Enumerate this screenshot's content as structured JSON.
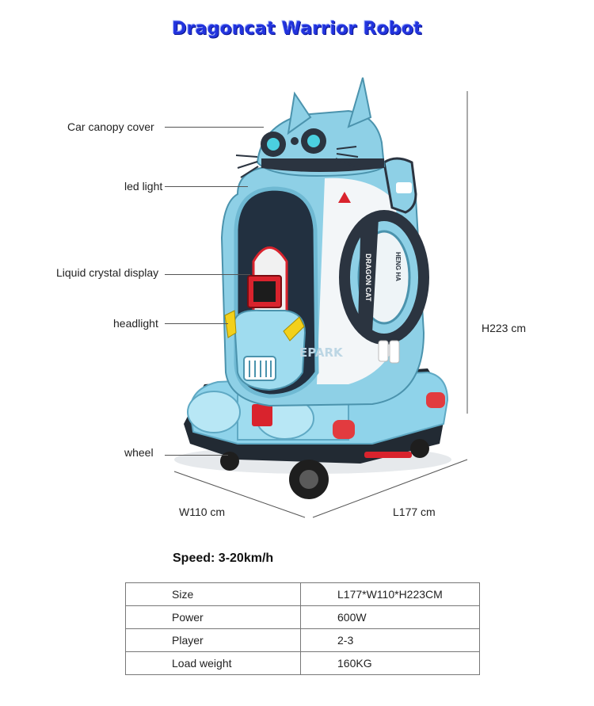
{
  "title": "Dragoncat Warrior Robot",
  "callouts": [
    {
      "label": "Car canopy cover"
    },
    {
      "label": "led light"
    },
    {
      "label": "Liquid crystal display"
    },
    {
      "label": "headlight"
    },
    {
      "label": "wheel"
    }
  ],
  "dimensions": {
    "height": "H223 cm",
    "width": "W110 cm",
    "length": "L177 cm"
  },
  "body_texts": {
    "side_panel": "DRAGON CAT",
    "side_panel_2": "HENG HA",
    "watermark": "EPARK"
  },
  "speed": "Speed: 3-20km/h",
  "specs": [
    {
      "key": "Size",
      "value": "L177*W110*H223CM"
    },
    {
      "key": "Power",
      "value": "600W"
    },
    {
      "key": "Player",
      "value": "2-3"
    },
    {
      "key": "Load weight",
      "value": "160KG"
    }
  ],
  "colors": {
    "title": "#2233dd",
    "body_blue": "#8ed0e6",
    "body_dark": "#2b3440",
    "accent_red": "#d9232d",
    "headlight_yellow": "#f2d01b"
  }
}
